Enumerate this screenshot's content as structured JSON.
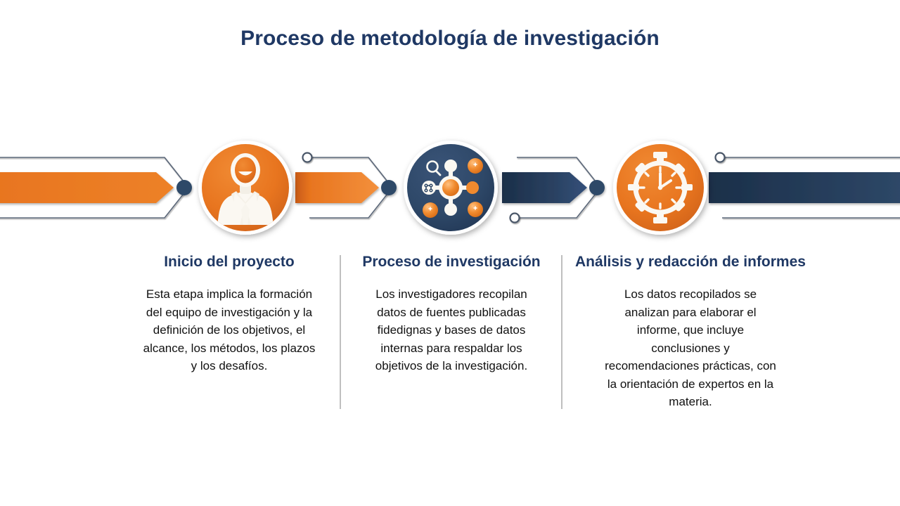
{
  "title": "Proceso de metodología de investigación",
  "colors": {
    "orange": "#E8751F",
    "orange_light": "#F08A2E",
    "orange_dark": "#C85A17",
    "navy": "#2E4868",
    "navy_dark": "#1B2F49",
    "navy_deep": "#1F3864",
    "outline": "#3C4A5E",
    "divider": "#BFBFBF",
    "white": "#FFFFFF",
    "body_text": "#111111"
  },
  "steps": [
    {
      "index": 1,
      "icon": "businessman-icon",
      "circle_color": "#E8751F",
      "heading": "Inicio del proyecto",
      "body": "Esta etapa implica la formación del equipo de investigación y la definición de los objetivos, el alcance, los métodos, los plazos y los desafíos."
    },
    {
      "index": 2,
      "icon": "research-network-icon",
      "circle_color": "#2E4868",
      "heading": "Proceso de investigación",
      "body": "Los investigadores recopilan datos de fuentes publicadas fidedignas y bases de datos internas para respaldar los objetivos de la investigación."
    },
    {
      "index": 3,
      "icon": "stopwatch-icon",
      "circle_color": "#E8751F",
      "heading": "Análisis y redacción de informes",
      "body": "Los datos recopilados se analizan para elaborar el informe, que incluye conclusiones y recomendaciones prácticas, con la orientación de expertos en la materia."
    }
  ],
  "connectors": [
    {
      "index": 1,
      "name": "arrow-segment-1",
      "fill": "#E8751F",
      "ring_position": "none",
      "tip": "chevron"
    },
    {
      "index": 2,
      "name": "arrow-segment-2",
      "fill": "#E8751F",
      "ring_position": "top",
      "tip": "chevron"
    },
    {
      "index": 3,
      "name": "arrow-segment-3",
      "fill": "#2E4868",
      "ring_position": "bottom",
      "tip": "chevron"
    },
    {
      "index": 4,
      "name": "arrow-segment-4",
      "fill": "#2E4868",
      "ring_position": "top",
      "tip": "flat"
    }
  ]
}
